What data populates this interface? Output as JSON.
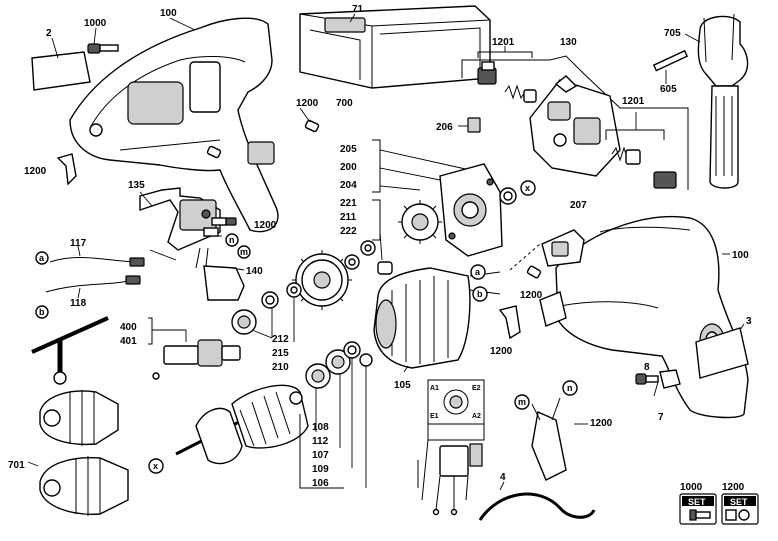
{
  "labels": {
    "p2": "2",
    "p1000_top": "1000",
    "p100_top": "100",
    "p71": "71",
    "p700": "700",
    "p1201_left": "1201",
    "p130": "130",
    "p705": "705",
    "p605": "605",
    "p1201_right": "1201",
    "p1200_a": "1200",
    "p1200_b": "1200",
    "p206": "206",
    "p205": "205",
    "p200": "200",
    "p204": "204",
    "p135": "135",
    "p1200_c": "1200",
    "p221": "221",
    "p211": "211",
    "p222": "222",
    "p207": "207",
    "p100_right": "100",
    "p117": "117",
    "p118": "118",
    "p140": "140",
    "p1200_d": "1200",
    "p3": "3",
    "p400": "400",
    "p401": "401",
    "p212": "212",
    "p215": "215",
    "p210": "210",
    "p1200_e": "1200",
    "p105": "105",
    "p8": "8",
    "p7": "7",
    "p108": "108",
    "p112": "112",
    "p107": "107",
    "p109": "109",
    "p106": "106",
    "p1200_f": "1200",
    "p4": "4",
    "p701": "701",
    "set1000": "1000",
    "set1200": "1200"
  },
  "circles": {
    "a1": "a",
    "b1": "b",
    "n1": "n",
    "m1": "m",
    "x1": "x",
    "a2": "a",
    "b2": "b",
    "x2": "x",
    "m2": "m",
    "n2": "n"
  },
  "wiring": {
    "A1": "A1",
    "E2": "E2",
    "E1": "E1",
    "A2": "A2"
  },
  "set_badges": {
    "text": "SET"
  }
}
